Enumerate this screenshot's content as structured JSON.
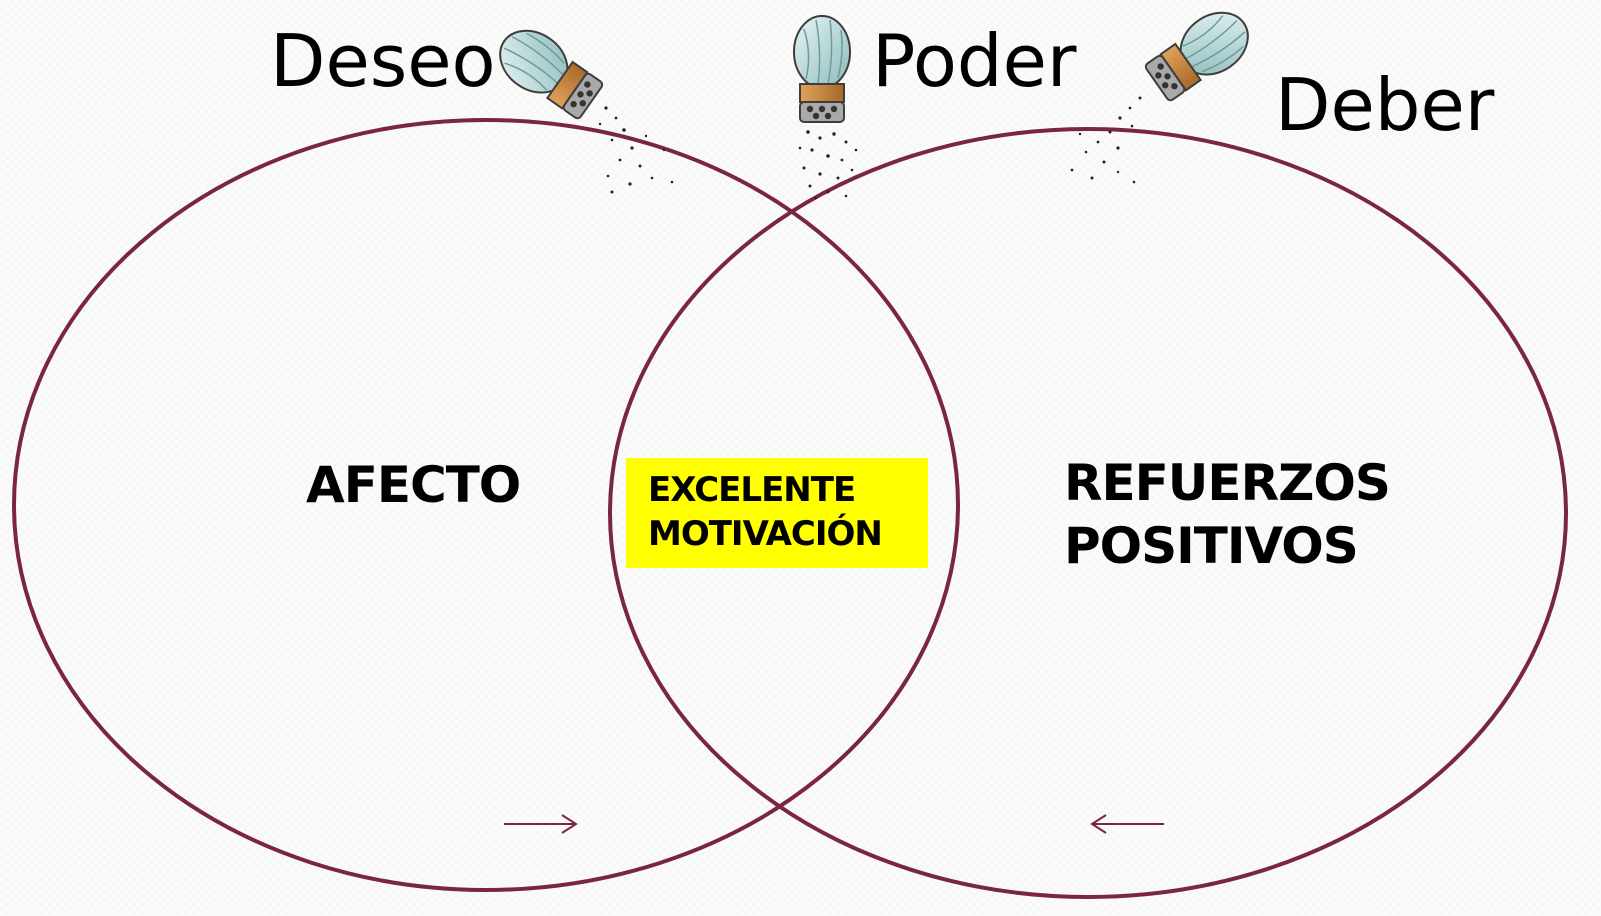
{
  "labels": {
    "deseo": "Deseo",
    "poder": "Poder",
    "deber": "Deber"
  },
  "circles": {
    "left": {
      "text": "AFECTO"
    },
    "right": {
      "lines": [
        "REFUERZOS",
        "POSITIVOS"
      ]
    },
    "intersection": {
      "lines": [
        "EXCELENTE",
        "MOTIVACIÓN"
      ]
    }
  },
  "arrows": {
    "left": "→",
    "right": "←"
  },
  "icons": [
    "salt-shaker-icon",
    "salt-shaker-icon",
    "salt-shaker-icon"
  ],
  "colors": {
    "circle_stroke": "#7a2545",
    "highlight": "#ffff00",
    "arrow": "#7a2545"
  }
}
